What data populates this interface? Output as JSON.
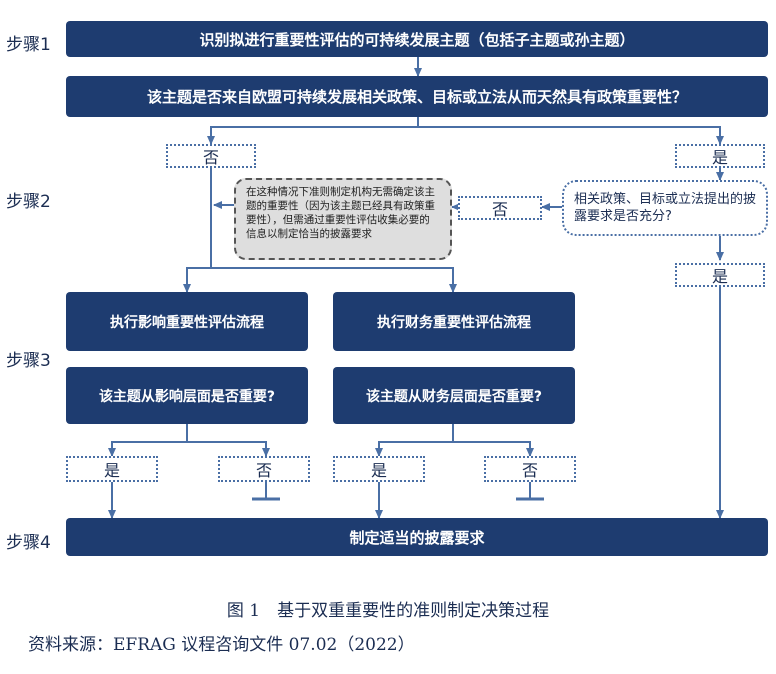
{
  "steps": [
    "步骤1",
    "步骤2",
    "步骤3",
    "步骤4"
  ],
  "boxes": {
    "identify": "识别拟进行重要性评估的可持续发展主题（包括子主题或孙主题）",
    "eu_policy_question": "该主题是否来自欧盟可持续发展相关政策、目标或立法从而天然具有政策重要性？",
    "impact_process": "执行影响重要性评估流程",
    "financial_process": "执行财务重要性评估流程",
    "impact_question": "该主题从影响层面是否重要?",
    "financial_question": "该主题从财务层面是否重要?",
    "final": "制定适当的披露要求"
  },
  "answers": {
    "no_left": "否",
    "yes_right": "是",
    "no_middle": "否",
    "yes_right_lower": "是",
    "impact_yes": "是",
    "impact_no": "否",
    "financial_yes": "是",
    "financial_no": "否"
  },
  "sufficiency_question": "相关政策、目标或立法提出的披露要求是否充分?",
  "grey_note": "在这种情况下准则制定机构无需确定该主题的重要性（因为该主题已经具有政策重要性），但需通过重要性评估收集必要的信息以制定恰当的披露要求",
  "caption": "图 1　基于双重重要性的准则制定决策过程",
  "source": "资料来源：EFRAG 议程咨询文件 07.02（2022）",
  "colors": {
    "navy": "#1e3c70",
    "line": "#4a6fa5",
    "note_fill": "#dedede"
  }
}
